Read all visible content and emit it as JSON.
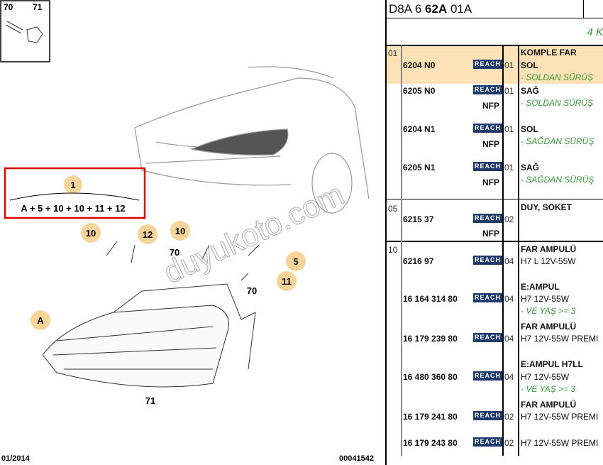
{
  "diagram": {
    "top_box_labels": [
      "70",
      "71"
    ],
    "formula_ref": "1",
    "formula": "A + 5 + 10 + 10 + 11 + 12",
    "callouts": [
      "10",
      "12",
      "10",
      "5",
      "11",
      "A"
    ],
    "screw_labels": [
      "70",
      "70",
      "71"
    ],
    "date": "01/2014",
    "drawing_no": "00041542",
    "watermark": "duyukoto.com"
  },
  "header": {
    "code_prefix": "D8A 6 ",
    "code_bold": "62A",
    "code_suffix": " 01A",
    "subtitle": "4 K"
  },
  "colors": {
    "highlight": "#fde2b8",
    "reach": "#1d3a6b",
    "green": "#3a9a3a"
  },
  "table": {
    "refs": [
      "01",
      "05",
      "10"
    ],
    "rows": [
      {
        "part": "6204 N0",
        "badge": "REACH",
        "qty": "01"
      },
      {
        "part": "6205 N0",
        "badge": "REACH",
        "qty": "01",
        "nfp": "NFP"
      },
      {
        "part": "6204 N1",
        "badge": "REACH",
        "qty": "01",
        "nfp": "NFP"
      },
      {
        "part": "6205 N1",
        "badge": "REACH",
        "qty": "01",
        "nfp": "NFP"
      },
      {
        "part": "6215 37",
        "badge": "REACH",
        "qty": "02",
        "nfp": "NFP"
      },
      {
        "part": "6216 97",
        "badge": "REACH",
        "qty": "04"
      },
      {
        "part": "16 164 314 80",
        "badge": "REACH",
        "qty": "04"
      },
      {
        "part": "16 179 239 80",
        "badge": "REACH",
        "qty": "04"
      },
      {
        "part": "16 480 360 80",
        "badge": "REACH",
        "qty": "04"
      },
      {
        "part": "16 179 241 80",
        "badge": "REACH",
        "qty": "02"
      },
      {
        "part": "16 179 243 80",
        "badge": "REACH",
        "qty": "02"
      }
    ],
    "desc": {
      "r0a": "KOMPLE FAR",
      "r0b": "SOL",
      "r0c": "- SOLDAN SÜRÜŞ",
      "r1a": "SAĞ",
      "r1b": "- SOLDAN SÜRÜŞ",
      "r2a": "SOL",
      "r2b": "- SAĞDAN SÜRÜŞ",
      "r3a": "SAĞ",
      "r3b": "- SAĞDAN SÜRÜŞ",
      "r4a": "DUY, SOKET",
      "r5a": "FAR AMPULÜ",
      "r5b": "H7 L 12V-55W",
      "r6a": "E:AMPUL",
      "r6b": "H7 12V-55W",
      "r6c": "- VE YAŞ >= 3",
      "r7a": "FAR AMPULÜ",
      "r7b": "H7 12V-55W PREMI",
      "r8a": "E:AMPUL H7LL",
      "r8b": "H7 12V-55W",
      "r8c": "- VE YAŞ >= 3",
      "r9a": "FAR AMPULÜ",
      "r9b": "H7 12V-55W PREMI",
      "r10b": "H7 12V-55W PREMI"
    }
  }
}
